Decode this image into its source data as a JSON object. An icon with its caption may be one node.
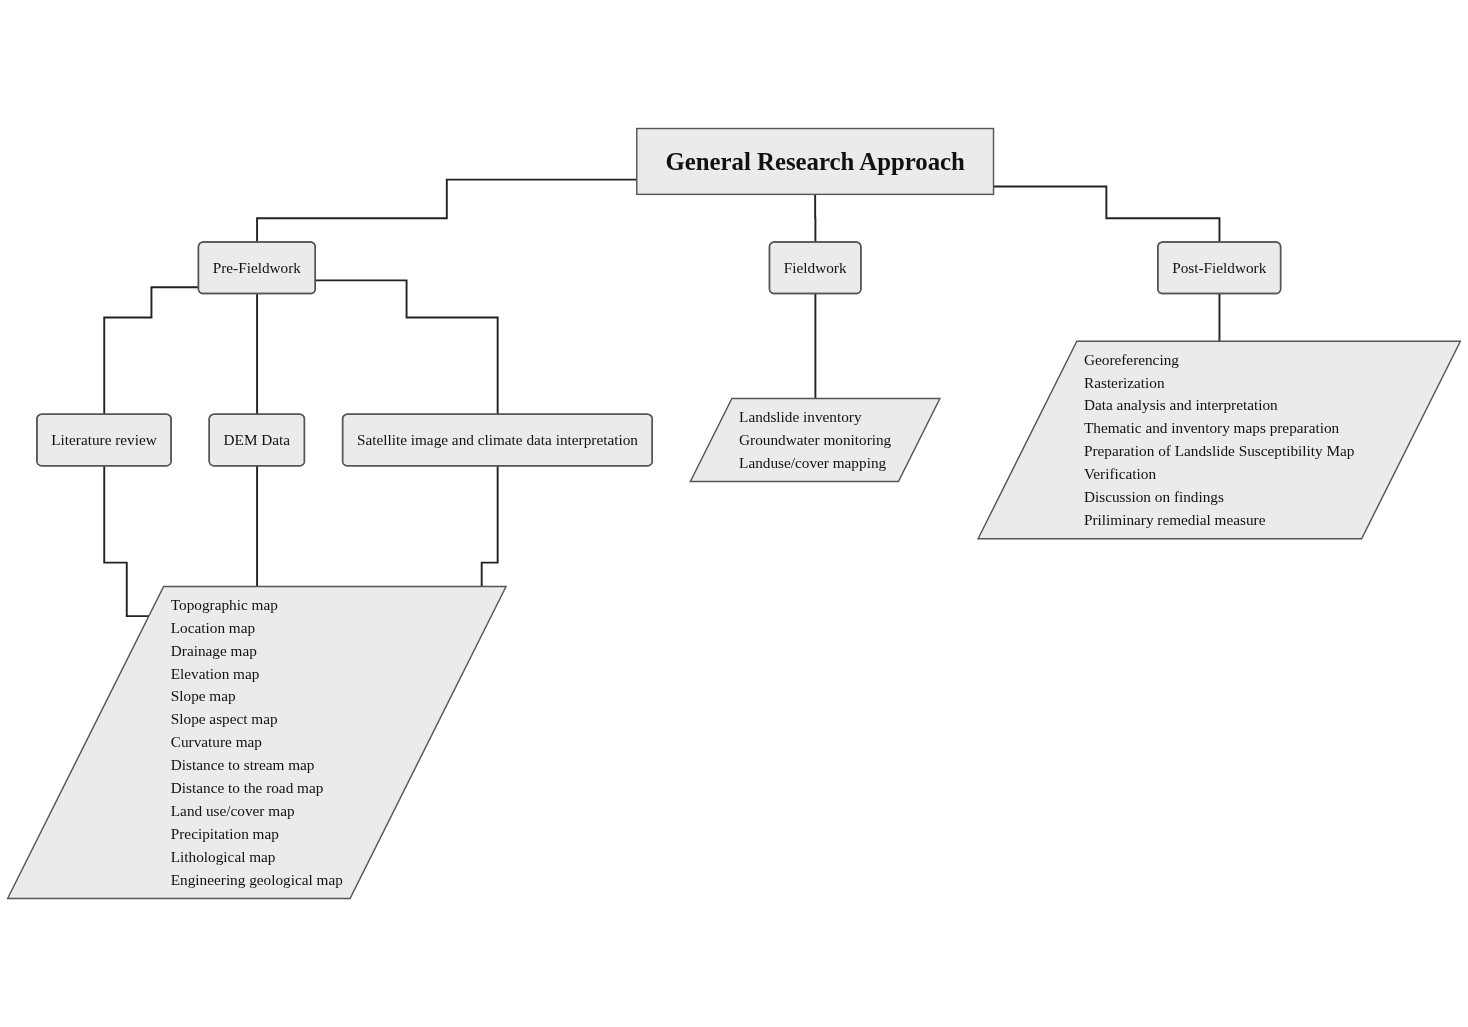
{
  "diagram": {
    "nodes": [
      {
        "text": [
          "General Research Approach"
        ]
      },
      {
        "text": [
          "Pre-Fieldwork"
        ]
      },
      {
        "text": [
          "Fieldwork"
        ]
      },
      {
        "text": [
          "Post-Fieldwork"
        ]
      },
      {
        "text": [
          "Literature review"
        ]
      },
      {
        "text": [
          "DEM Data"
        ]
      },
      {
        "text": [
          "Satellite image and climate data interpretation"
        ]
      },
      {
        "text": [
          "Topographic map",
          "Location map",
          "Drainage map",
          "Elevation map",
          "Slope map",
          "Slope aspect map",
          "Curvature map",
          "Distance to stream map",
          "Distance to the road map",
          "Land use/cover map",
          "Precipitation map",
          "Lithological map",
          "Engineering geological map"
        ]
      },
      {
        "text": [
          "Landslide inventory",
          "Groundwater monitoring",
          "Landuse/cover mapping"
        ]
      },
      {
        "text": [
          "Georeferencing",
          "Rasterization",
          "Data analysis and interpretation",
          "Thematic and inventory maps preparation",
          "Preparation of Landslide Susceptibility Map",
          "Verification",
          "Discussion on findings",
          "Priliminary remedial measure"
        ]
      }
    ],
    "edges": [
      {
        "from": 0,
        "to": 1,
        "arrow": "none"
      },
      {
        "from": 0,
        "to": 2,
        "arrow": "none"
      },
      {
        "from": 0,
        "to": 3,
        "arrow": "none"
      },
      {
        "from": 1,
        "to": 4,
        "arrow": "none"
      },
      {
        "from": 1,
        "to": 5,
        "arrow": "none"
      },
      {
        "from": 1,
        "to": 6,
        "arrow": "none"
      },
      {
        "from": 4,
        "to": 7,
        "arrow": "none"
      },
      {
        "from": 5,
        "to": 7,
        "arrow": "none"
      },
      {
        "from": 6,
        "to": 7,
        "arrow": "none"
      },
      {
        "from": 2,
        "to": 8,
        "arrow": "none"
      },
      {
        "from": 3,
        "to": 9,
        "arrow": "none"
      }
    ]
  }
}
